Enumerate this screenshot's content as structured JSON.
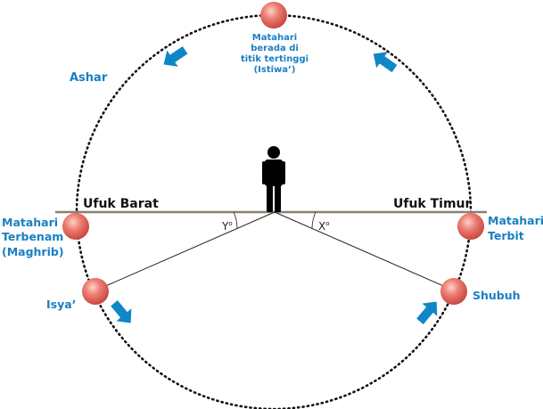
{
  "horizon": {
    "west_label": "Ufuk Barat",
    "east_label": "Ufuk Timur"
  },
  "sun_positions": {
    "zenith": [
      "Matahari",
      "berada di",
      "titik tertinggi",
      "(Istiwa’)"
    ],
    "sunset": [
      "Matahari",
      "Terbenam",
      "(Maghrib)"
    ],
    "sunrise": [
      "Matahari",
      "Terbit"
    ]
  },
  "prayers": {
    "ashar": "Ashar",
    "isya": "Isya’",
    "shubuh": "Shubuh"
  },
  "angles": {
    "west": "Y",
    "east": "X",
    "degree_mark": "o"
  },
  "colors": {
    "label_blue": "#1a7fc1",
    "arrow_blue": "#0f86c8",
    "sun_fill": "#e8716b",
    "horizon_line": "#8c7f72",
    "person": "#000000"
  },
  "icons": {
    "person": "person-silhouette-icon",
    "arrow": "arrow-icon",
    "sun": "sun-circle-icon"
  }
}
